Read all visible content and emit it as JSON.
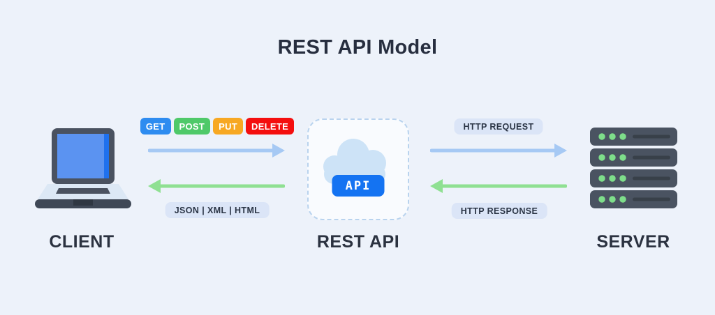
{
  "title": "REST API Model",
  "nodes": {
    "client": {
      "label": "CLIENT"
    },
    "rest_api": {
      "label": "REST API",
      "badge": "API"
    },
    "server": {
      "label": "SERVER"
    }
  },
  "client_api_flow": {
    "methods": [
      {
        "label": "GET",
        "color": "#2e8cf0"
      },
      {
        "label": "POST",
        "color": "#4fc969"
      },
      {
        "label": "PUT",
        "color": "#f7a823"
      },
      {
        "label": "DELETE",
        "color": "#f40f0f"
      }
    ],
    "response_formats": "JSON | XML | HTML"
  },
  "api_server_flow": {
    "request": "HTTP REQUEST",
    "response": "HTTP RESPONSE"
  },
  "colors": {
    "background": "#edf2fa",
    "request_arrow": "#a6c9f4",
    "response_arrow": "#8fe092",
    "pill_background": "#dbe5f7",
    "dark_text": "#2b3240",
    "api_button": "#1473f2",
    "cloud": "#cde3f7",
    "device_body": "#4a5361",
    "server_led": "#7ede8a"
  }
}
